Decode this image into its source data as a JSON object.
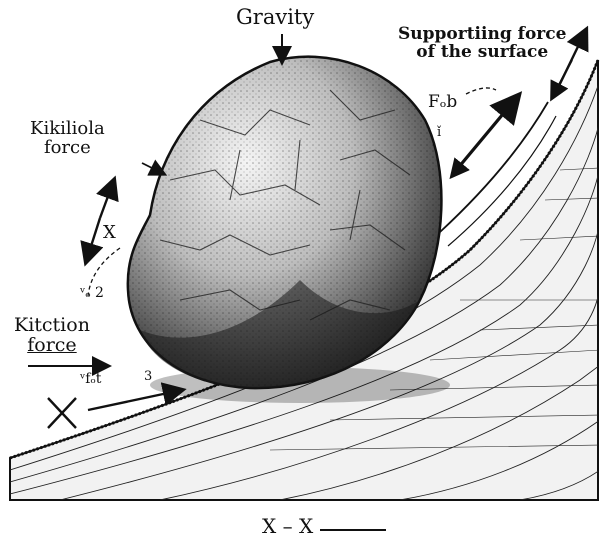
{
  "labels": {
    "gravity": "Gravity",
    "supporting_line1": "Supportiing force",
    "supporting_line2": "of the surface",
    "kiki_line1": "Kikiliola",
    "kiki_line2": "force",
    "kitction_line1": "Kitction",
    "kitction_line2": "force",
    "fob": "Fₒb",
    "i_mark": "ǐ",
    "x_mark": "X",
    "vb2": "ᵛₒ 2",
    "vfot": "ᵛfₒt",
    "three": "3",
    "bottom": "X – X"
  },
  "icons": {
    "rock": "boulder-illustration",
    "slope": "hillside-illustration",
    "cross": "x-mark-icon"
  },
  "colors": {
    "ink": "#111111",
    "paper": "#ffffff"
  }
}
